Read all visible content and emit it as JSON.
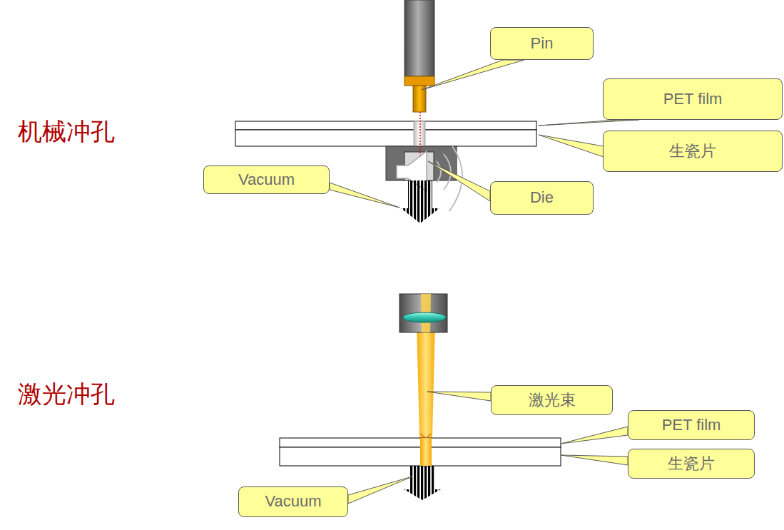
{
  "diagram": {
    "nodes": [
      {
        "text": [
          "Pin"
        ]
      },
      {
        "text": [
          "PET film"
        ]
      },
      {
        "text": [
          "生瓷片"
        ]
      },
      {
        "text": [
          "Vacuum"
        ]
      },
      {
        "text": [
          "Die"
        ]
      },
      {
        "text": [
          "激光束"
        ]
      },
      {
        "text": [
          "PET film"
        ]
      },
      {
        "text": [
          "生瓷片"
        ]
      },
      {
        "text": [
          "Vacuum"
        ]
      }
    ],
    "labels": [
      "机械冲孔",
      "激光冲孔"
    ]
  }
}
